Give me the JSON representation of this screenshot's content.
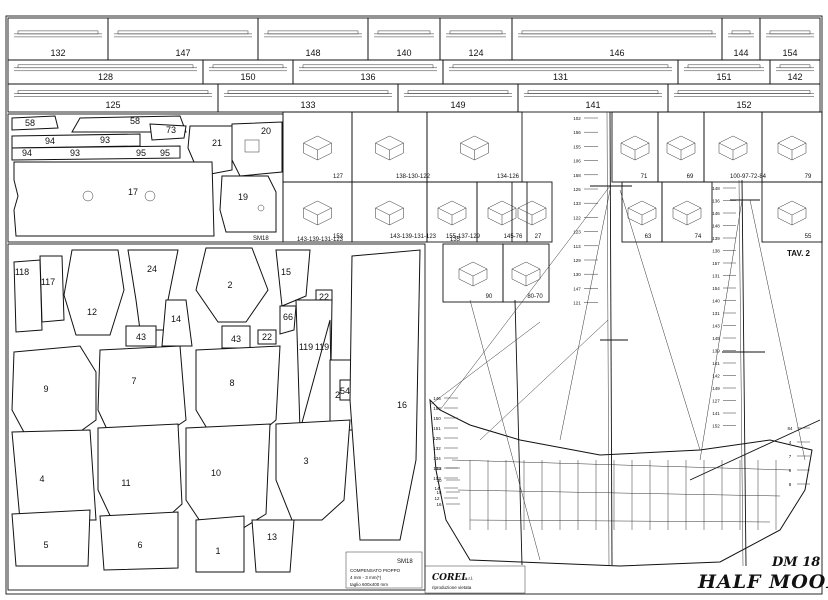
{
  "title": {
    "code": "DM 18",
    "name": "HALF MOON",
    "sheet": "TAV. 2"
  },
  "maker": {
    "brand": "COREL",
    "suffix": "s.r.l.",
    "note": "riproduzione vietata"
  },
  "material_note": {
    "code": "SM18",
    "lines": [
      "COMPENSATO PIOPPO",
      "4 mm - 3 mm(*)",
      "taglio 600x400 mm"
    ]
  },
  "top_strip_labels": [
    "132",
    "147",
    "148",
    "140",
    "124",
    "146",
    "144",
    "154",
    "128",
    "150",
    "136",
    "131",
    "151",
    "142",
    "125",
    "133",
    "149",
    "141",
    "152"
  ],
  "small_sheet_labels": [
    "58",
    "58",
    "73",
    "93",
    "93",
    "94",
    "95",
    "95",
    "94",
    "21",
    "20",
    "17",
    "19",
    "SM18"
  ],
  "detail_labels": [
    "127",
    "138-130-122",
    "134-126",
    "153",
    "143-139-131-123",
    "135",
    "155-137-129",
    "145-76",
    "27",
    "71",
    "69",
    "100-97-72-84",
    "79",
    "63",
    "74",
    "73",
    "55",
    "90",
    "80-70"
  ],
  "frame_labels": [
    "118",
    "117",
    "12",
    "24",
    "2",
    "15",
    "43",
    "14",
    "43",
    "22",
    "66",
    "22",
    "119",
    "119",
    "9",
    "7",
    "8",
    "22",
    "4",
    "11",
    "10",
    "3",
    "54",
    "16",
    "5",
    "6",
    "1",
    "13"
  ],
  "callouts_left": [
    "102",
    "156",
    "155",
    "106",
    "158",
    "125",
    "133",
    "122",
    "123",
    "113",
    "129",
    "130",
    "147",
    "121",
    "146",
    "152",
    "150",
    "151",
    "125",
    "132",
    "134",
    "115",
    "103",
    "14",
    "12",
    "13",
    "10",
    "15",
    "16"
  ],
  "callouts_right": [
    "148",
    "136",
    "146",
    "148",
    "139",
    "138",
    "157",
    "131",
    "154",
    "140",
    "131",
    "143",
    "145",
    "139",
    "141",
    "142",
    "149",
    "127",
    "141",
    "152",
    "84",
    "4",
    "7",
    "9",
    "8"
  ]
}
